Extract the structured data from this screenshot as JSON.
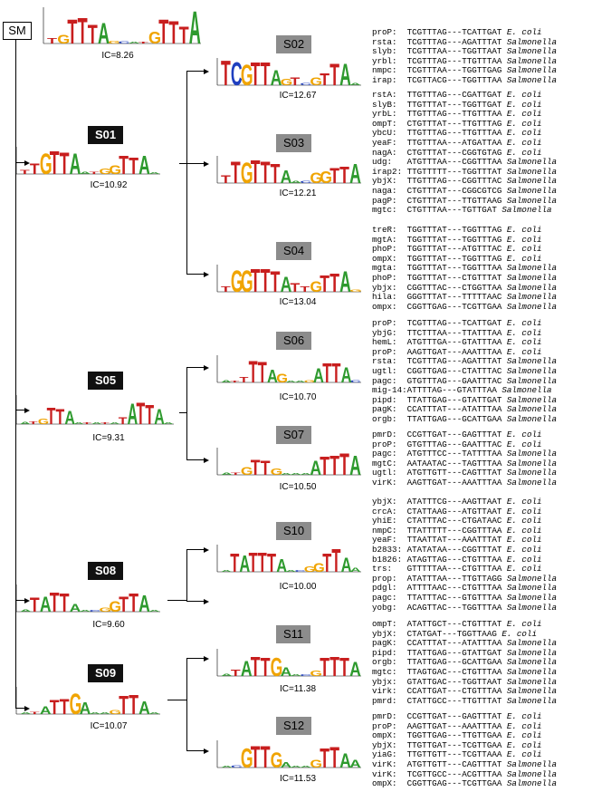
{
  "root": {
    "label": "SM",
    "ic": "IC=8.26"
  },
  "nodes": [
    {
      "id": "S01",
      "ic": "IC=10.92"
    },
    {
      "id": "S02",
      "ic": "IC=12.67"
    },
    {
      "id": "S03",
      "ic": "IC=12.21"
    },
    {
      "id": "S04",
      "ic": "IC=13.04"
    },
    {
      "id": "S05",
      "ic": "IC=9.31"
    },
    {
      "id": "S06",
      "ic": "IC=10.70"
    },
    {
      "id": "S07",
      "ic": "IC=10.50"
    },
    {
      "id": "S08",
      "ic": "IC=9.60"
    },
    {
      "id": "S09",
      "ic": "IC=10.07"
    },
    {
      "id": "S10",
      "ic": "IC=10.00"
    },
    {
      "id": "S11",
      "ic": "IC=11.38"
    },
    {
      "id": "S12",
      "ic": "IC=11.53"
    }
  ],
  "colors": {
    "A": "#2e9a2e",
    "T": "#c81e1e",
    "G": "#f0a400",
    "C": "#1f3fbf"
  },
  "sequence_groups": [
    {
      "rows": [
        [
          "proP:",
          "TCGTTTAG---TCATTGAT",
          "E. coli"
        ],
        [
          "rsta:",
          "TCGTTTAG---AGATTTAT",
          "Salmonella"
        ],
        [
          "slyb:",
          "TCGTTTAA---TGGTTAAT",
          "Salmonella"
        ],
        [
          "yrbl:",
          "TCGTTTAG---TTGTTTAA",
          "Salmonella"
        ],
        [
          "nmpc:",
          "TCGTTTAA---TGGTTGAG",
          "Salmonella"
        ],
        [
          "irap:",
          "TCGTTACG---TGGTTTAA",
          "Salmonella"
        ]
      ]
    },
    {
      "rows": [
        [
          "rstA:",
          "TTGTTTAG---CGATTGAT",
          "E. coli"
        ],
        [
          "slyB:",
          "TTGTTTAT---TGGTTGAT",
          "E. coli"
        ],
        [
          "yrbL:",
          "TTGTTTAG---TTGTTTAA",
          "E. coli"
        ],
        [
          "ompT:",
          "CTGTTTAT---TTGTTTAG",
          "E. coli"
        ],
        [
          "ybcU:",
          "TTGTTTAG---TTGTTTAA",
          "E. coli"
        ],
        [
          "yeaF:",
          "TTGTTTAA---ATGATTAA",
          "E. coli"
        ],
        [
          "nagA:",
          "CTGTTTAT---CGGTGTAG",
          "E. coli"
        ],
        [
          "udg:",
          "ATGTTTAA---CGGTTTAA",
          "Salmonella"
        ],
        [
          "irap2:",
          "TTGTTTTT---TGGTTTAT",
          "Salmonella"
        ],
        [
          "ybjX:",
          "TTGTTTAG---CGGTTTAC",
          "Salmonella"
        ],
        [
          "naga:",
          "CTGTTTAT---CGGCGTCG",
          "Salmonella"
        ],
        [
          "pagP:",
          "CTGTTTAT---TTGTTAAG",
          "Salmonella"
        ],
        [
          "mgtc:",
          "CTGTTTAA---TGTTGAT",
          "Salmonella"
        ]
      ]
    },
    {
      "rows": [
        [
          "treR:",
          "TGGTTTAT---TGGTTTAG",
          "E. coli"
        ],
        [
          "mgtA:",
          "TGGTTTAT---TGGTTTAG",
          "E. coli"
        ],
        [
          "phoP:",
          "TGGTTTAT---ATGTTTAC",
          "E. coli"
        ],
        [
          "ompX:",
          "TGGTTTAT---TGGTTTAG",
          "E. coli"
        ],
        [
          "mgta:",
          "TGGTTTAT---TGGTTTAA",
          "Salmonella"
        ],
        [
          "phoP:",
          "TGGTTTAT---CTGTTTAT",
          "Salmonella"
        ],
        [
          "ybjx:",
          "CGGTTTAC---CTGGTTAA",
          "Salmonella"
        ],
        [
          "hila:",
          "GGGTTTAT---TTTTTAAC",
          "Salmonella"
        ],
        [
          "ompx:",
          "CGGTTGAG---TCGTTGAA",
          "Salmonella"
        ]
      ]
    },
    {
      "rows": [
        [
          "proP:",
          "TCGTTTAG---TCATTGAT",
          "E. coli"
        ],
        [
          "ybjG:",
          "TTCTTTAA---TTATTTAA",
          "E. coli"
        ],
        [
          "hemL:",
          "ATGTTTGA---GTATTTAA",
          "E. coli"
        ],
        [
          "proP:",
          "AAGTTGAT---AAATTTAA",
          "E. coli"
        ],
        [
          "rsta:",
          "TCGTTTAG---AGATTTAT",
          "Salmonella"
        ],
        [
          "ugtl:",
          "CGGTTGAG---CTATTTAC",
          "Salmonella"
        ],
        [
          "pagc:",
          "GTGTTTAG---GAATTTAC",
          "Salmonella"
        ],
        [
          "mig-14:",
          "ATTTTAG---GTATTTAA",
          "Salmonella"
        ],
        [
          "pipd:",
          "TTATTGAG---GTATTGAT",
          "Salmonella"
        ],
        [
          "pagK:",
          "CCATTTAT---ATATTTAA",
          "Salmonella"
        ],
        [
          "orgb:",
          "TTATTGAG---GCATTGAA",
          "Salmonella"
        ]
      ]
    },
    {
      "rows": [
        [
          "pmrD:",
          "CCGTTGAT---GAGTTTAT",
          "E. coli"
        ],
        [
          "proP:",
          "GTGTTTAG---GAATTTAC",
          "E. coli"
        ],
        [
          "pagc:",
          "ATGTTTCC---TATTTTAA",
          "Salmonella"
        ],
        [
          "mgtC:",
          "AATAATAC---TAGTTTAA",
          "Salmonella"
        ],
        [
          "ugtl:",
          "ATGTTGTT---CAGTTTAT",
          "Salmonella"
        ],
        [
          "virK:",
          "AAGTTGAT---AAATTTAA",
          "Salmonella"
        ]
      ]
    },
    {
      "rows": [
        [
          "ybjX:",
          "ATATTTCG---AAGTTAAT",
          "E. coli"
        ],
        [
          "crcA:",
          "CTATTAAG---ATGTTAAT",
          "E. coli"
        ],
        [
          "yhiE:",
          "CTATTTAC---CTGATAAC",
          "E. coli"
        ],
        [
          "nmpC:",
          "TTATTTTT---CGGTTTAA",
          "E. coli"
        ],
        [
          "yeaF:",
          "TTAATTAT---AAATTTAT",
          "E. coli"
        ],
        [
          "b2833:",
          "ATATATAA---CGGTTTAT",
          "E. coli"
        ],
        [
          "b1826:",
          "ATAGTTAG---CTGTTTAA",
          "E. coli"
        ],
        [
          "trs:",
          "GTTTTTAA---CTGTTTAA",
          "E. coli"
        ],
        [
          "prop:",
          "ATATTTAA---TTGTTAGG",
          "Salmonella"
        ],
        [
          "pdgl:",
          "ATTTTAAC---CTGTTTAA",
          "Salmonella"
        ],
        [
          "pagc:",
          "TTATTTAC---GTGTTTAA",
          "Salmonella"
        ],
        [
          "yobg:",
          "ACAGTTAC---TGGTTTAA",
          "Salmonella"
        ]
      ]
    },
    {
      "rows": [
        [
          "ompT:",
          "ATATTGCT---CTGTTTAT",
          "E. coli"
        ],
        [
          "ybjX:",
          "CTATGAT---TGGTTAAG",
          "E. coli"
        ],
        [
          "pagK:",
          "CCATTTAT---ATATTTAA",
          "Salmonella"
        ],
        [
          "pipd:",
          "TTATTGAG---GTATTGAT",
          "Salmonella"
        ],
        [
          "orgb:",
          "TTATTGAG---GCATTGAA",
          "Salmonella"
        ],
        [
          "mgtc:",
          "TTAGTGAC---CTGTTTAA",
          "Salmonella"
        ],
        [
          "ybjx:",
          "GTATTGAC---TGGTTAAT",
          "Salmonella"
        ],
        [
          "virk:",
          "CCATTGAT---CTGTTTAA",
          "Salmonella"
        ],
        [
          "pmrd:",
          "CTATTGCC---TTGTTTAT",
          "Salmonella"
        ]
      ]
    },
    {
      "rows": [
        [
          "pmrD:",
          "CCGTTGAT---GAGTTTAT",
          "E. coli"
        ],
        [
          "proP:",
          "AAGTTGAT---AAATTTAA",
          "E. coli"
        ],
        [
          "ompX:",
          "TGGTTGAG---TTGTTGAA",
          "E. coli"
        ],
        [
          "ybjX:",
          "TTGTTGAT---TCGTTGAA",
          "E. coli"
        ],
        [
          "yiaG:",
          "TTGTTGTT---TCGTTAAA",
          "E. coli"
        ],
        [
          "virK:",
          "ATGTTGTT---CAGTTTAT",
          "Salmonella"
        ],
        [
          "virK:",
          "TCGTTGCC---ACGTTTAA",
          "Salmonella"
        ],
        [
          "ompX:",
          "CGGTTGAG---TCGTTGAA",
          "Salmonella"
        ]
      ]
    }
  ]
}
